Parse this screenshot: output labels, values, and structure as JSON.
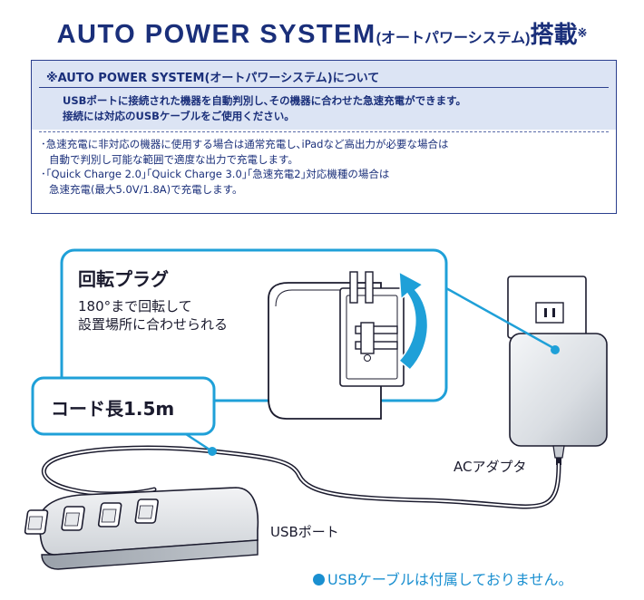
{
  "header": {
    "title_main": "AUTO POWER SYSTEM",
    "title_paren": "(オートパワーシステム)",
    "title_tail": "搭載",
    "title_note": "※"
  },
  "info": {
    "title": "※AUTO POWER SYSTEM(オートパワーシステム)について",
    "desc_1": "USBポートに接続された機器を自動判別し､その機器に合わせた急速充電ができます。",
    "desc_2": "接続には対応のUSBケーブルをご使用ください。",
    "note_1": "･急速充電に非対応の機器に使用する場合は通常充電し､iPadなど高出力が必要な場合は",
    "note_2": "自動で判別し可能な範囲で適度な出力で充電します。",
    "note_3": "･｢Quick Charge 2.0｣｢Quick Charge 3.0｣｢急速充電2｣対応機種の場合は",
    "note_4": "急速充電(最大5.0V/1.8A)で充電します。"
  },
  "callouts": {
    "plug_title": "回転プラグ",
    "plug_line_1": "180°まで回転して",
    "plug_line_2": "設置場所に合わせられる",
    "cord_length": "コード長1.5m"
  },
  "labels": {
    "ac_adapter": "ACアダプタ",
    "usb_port": "USBポート"
  },
  "footer": {
    "note": "USBケーブルは付属しておりません。"
  },
  "colors": {
    "title_navy": "#1a2f7a",
    "info_fill": "#dce4f4",
    "callout_blue": "#1fa0d8",
    "footer_blue": "#1a8fd0"
  }
}
